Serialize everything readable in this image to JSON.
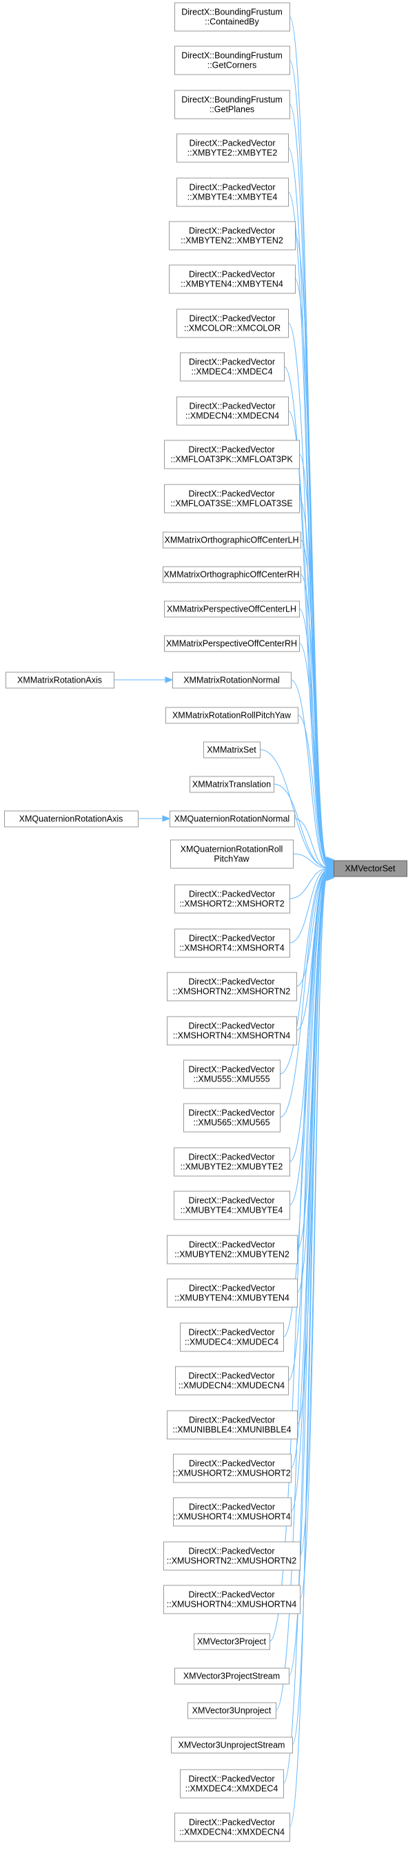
{
  "target": {
    "id": "XMVectorSet",
    "lines": [
      "XMVectorSet"
    ]
  },
  "callers": [
    {
      "id": "contained_by",
      "lines": [
        "DirectX::BoundingFrustum",
        "::ContainedBy"
      ]
    },
    {
      "id": "get_corners",
      "lines": [
        "DirectX::BoundingFrustum",
        "::GetCorners"
      ]
    },
    {
      "id": "get_planes",
      "lines": [
        "DirectX::BoundingFrustum",
        "::GetPlanes"
      ]
    },
    {
      "id": "xmbyte2",
      "lines": [
        "DirectX::PackedVector",
        "::XMBYTE2::XMBYTE2"
      ]
    },
    {
      "id": "xmbyte4",
      "lines": [
        "DirectX::PackedVector",
        "::XMBYTE4::XMBYTE4"
      ]
    },
    {
      "id": "xmbyten2",
      "lines": [
        "DirectX::PackedVector",
        "::XMBYTEN2::XMBYTEN2"
      ]
    },
    {
      "id": "xmbyten4",
      "lines": [
        "DirectX::PackedVector",
        "::XMBYTEN4::XMBYTEN4"
      ]
    },
    {
      "id": "xmcolor",
      "lines": [
        "DirectX::PackedVector",
        "::XMCOLOR::XMCOLOR"
      ]
    },
    {
      "id": "xmdec4",
      "lines": [
        "DirectX::PackedVector",
        "::XMDEC4::XMDEC4"
      ]
    },
    {
      "id": "xmdecn4",
      "lines": [
        "DirectX::PackedVector",
        "::XMDECN4::XMDECN4"
      ]
    },
    {
      "id": "xmfloat3pk",
      "lines": [
        "DirectX::PackedVector",
        "::XMFLOAT3PK::XMFLOAT3PK"
      ]
    },
    {
      "id": "xmfloat3se",
      "lines": [
        "DirectX::PackedVector",
        "::XMFLOAT3SE::XMFLOAT3SE"
      ]
    },
    {
      "id": "ortho_lh",
      "lines": [
        "XMMatrixOrthographicOffCenterLH"
      ]
    },
    {
      "id": "ortho_rh",
      "lines": [
        "XMMatrixOrthographicOffCenterRH"
      ]
    },
    {
      "id": "persp_lh",
      "lines": [
        "XMMatrixPerspectiveOffCenterLH"
      ]
    },
    {
      "id": "persp_rh",
      "lines": [
        "XMMatrixPerspectiveOffCenterRH"
      ]
    },
    {
      "id": "rot_normal",
      "lines": [
        "XMMatrixRotationNormal"
      ]
    },
    {
      "id": "rot_rpy",
      "lines": [
        "XMMatrixRotationRollPitchYaw"
      ]
    },
    {
      "id": "mat_set",
      "lines": [
        "XMMatrixSet"
      ]
    },
    {
      "id": "mat_translation",
      "lines": [
        "XMMatrixTranslation"
      ]
    },
    {
      "id": "quat_normal",
      "lines": [
        "XMQuaternionRotationNormal"
      ]
    },
    {
      "id": "quat_rpy",
      "lines": [
        "XMQuaternionRotationRoll",
        "PitchYaw"
      ]
    },
    {
      "id": "xmshort2",
      "lines": [
        "DirectX::PackedVector",
        "::XMSHORT2::XMSHORT2"
      ]
    },
    {
      "id": "xmshort4",
      "lines": [
        "DirectX::PackedVector",
        "::XMSHORT4::XMSHORT4"
      ]
    },
    {
      "id": "xmshortn2",
      "lines": [
        "DirectX::PackedVector",
        "::XMSHORTN2::XMSHORTN2"
      ]
    },
    {
      "id": "xmshortn4",
      "lines": [
        "DirectX::PackedVector",
        "::XMSHORTN4::XMSHORTN4"
      ]
    },
    {
      "id": "xmu555",
      "lines": [
        "DirectX::PackedVector",
        "::XMU555::XMU555"
      ]
    },
    {
      "id": "xmu565",
      "lines": [
        "DirectX::PackedVector",
        "::XMU565::XMU565"
      ]
    },
    {
      "id": "xmubyte2",
      "lines": [
        "DirectX::PackedVector",
        "::XMUBYTE2::XMUBYTE2"
      ]
    },
    {
      "id": "xmubyte4",
      "lines": [
        "DirectX::PackedVector",
        "::XMUBYTE4::XMUBYTE4"
      ]
    },
    {
      "id": "xmubyten2",
      "lines": [
        "DirectX::PackedVector",
        "::XMUBYTEN2::XMUBYTEN2"
      ]
    },
    {
      "id": "xmubyten4",
      "lines": [
        "DirectX::PackedVector",
        "::XMUBYTEN4::XMUBYTEN4"
      ]
    },
    {
      "id": "xmudec4",
      "lines": [
        "DirectX::PackedVector",
        "::XMUDEC4::XMUDEC4"
      ]
    },
    {
      "id": "xmudecn4",
      "lines": [
        "DirectX::PackedVector",
        "::XMUDECN4::XMUDECN4"
      ]
    },
    {
      "id": "xmunibble4",
      "lines": [
        "DirectX::PackedVector",
        "::XMUNIBBLE4::XMUNIBBLE4"
      ]
    },
    {
      "id": "xmushort2",
      "lines": [
        "DirectX::PackedVector",
        "::XMUSHORT2::XMUSHORT2"
      ]
    },
    {
      "id": "xmushort4",
      "lines": [
        "DirectX::PackedVector",
        "::XMUSHORT4::XMUSHORT4"
      ]
    },
    {
      "id": "xmushortn2",
      "lines": [
        "DirectX::PackedVector",
        "::XMUSHORTN2::XMUSHORTN2"
      ]
    },
    {
      "id": "xmushortn4",
      "lines": [
        "DirectX::PackedVector",
        "::XMUSHORTN4::XMUSHORTN4"
      ]
    },
    {
      "id": "v3project",
      "lines": [
        "XMVector3Project"
      ]
    },
    {
      "id": "v3project_stream",
      "lines": [
        "XMVector3ProjectStream"
      ]
    },
    {
      "id": "v3unproject",
      "lines": [
        "XMVector3Unproject"
      ]
    },
    {
      "id": "v3unproject_stream",
      "lines": [
        "XMVector3UnprojectStream"
      ]
    },
    {
      "id": "xmxdec4",
      "lines": [
        "DirectX::PackedVector",
        "::XMXDEC4::XMXDEC4"
      ]
    },
    {
      "id": "xmxdecn4",
      "lines": [
        "DirectX::PackedVector",
        "::XMXDECN4::XMXDECN4"
      ]
    }
  ],
  "secondary_callers": [
    {
      "id": "rot_axis",
      "lines": [
        "XMMatrixRotationAxis"
      ],
      "calls": "rot_normal"
    },
    {
      "id": "quat_axis",
      "lines": [
        "XMQuaternionRotationAxis"
      ],
      "calls": "quat_normal"
    }
  ],
  "colors": {
    "edge": "#63b8ff",
    "node_border": "#999999",
    "target_fill": "#999999"
  }
}
